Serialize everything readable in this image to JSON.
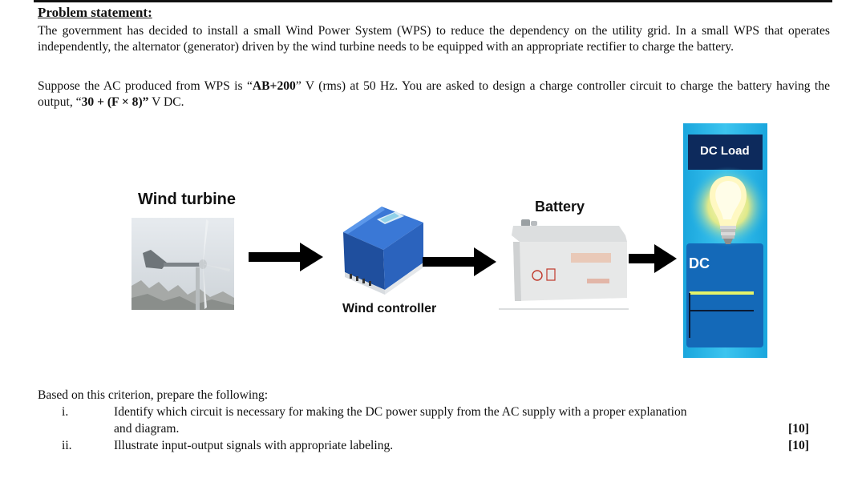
{
  "problem": {
    "heading": "Problem statement:",
    "paragraph1": "The government has decided to install a small Wind Power System (WPS) to reduce the dependency on the utility grid. In a small WPS that operates independently, the alternator (generator) driven by the wind turbine needs to be equipped with an appropriate rectifier to charge the battery.",
    "p2_start": "Suppose the AC produced from WPS is “",
    "ac_value": "AB+200",
    "p2_mid": "” V (rms) at 50 Hz. You are asked to design a charge controller circuit to charge the battery having the output, “",
    "dc_value": "30 + (F × 8)”",
    "p2_end": " V DC."
  },
  "diagram": {
    "wind_turbine_label": "Wind turbine",
    "wind_controller_label": "Wind controller",
    "battery_label": "Battery",
    "dc_load_label": "DC Load",
    "dc_label": "DC"
  },
  "tasks": {
    "intro": "Based on this criterion, prepare the following:",
    "items": [
      {
        "num": "i.",
        "line1": "Identify which circuit is necessary for making the DC power supply from the AC supply with a proper explanation",
        "line2": "and diagram.",
        "marks": "[10]"
      },
      {
        "num": "ii.",
        "line1": "Illustrate input-output signals with appropriate labeling.",
        "marks": "[10]"
      }
    ]
  }
}
